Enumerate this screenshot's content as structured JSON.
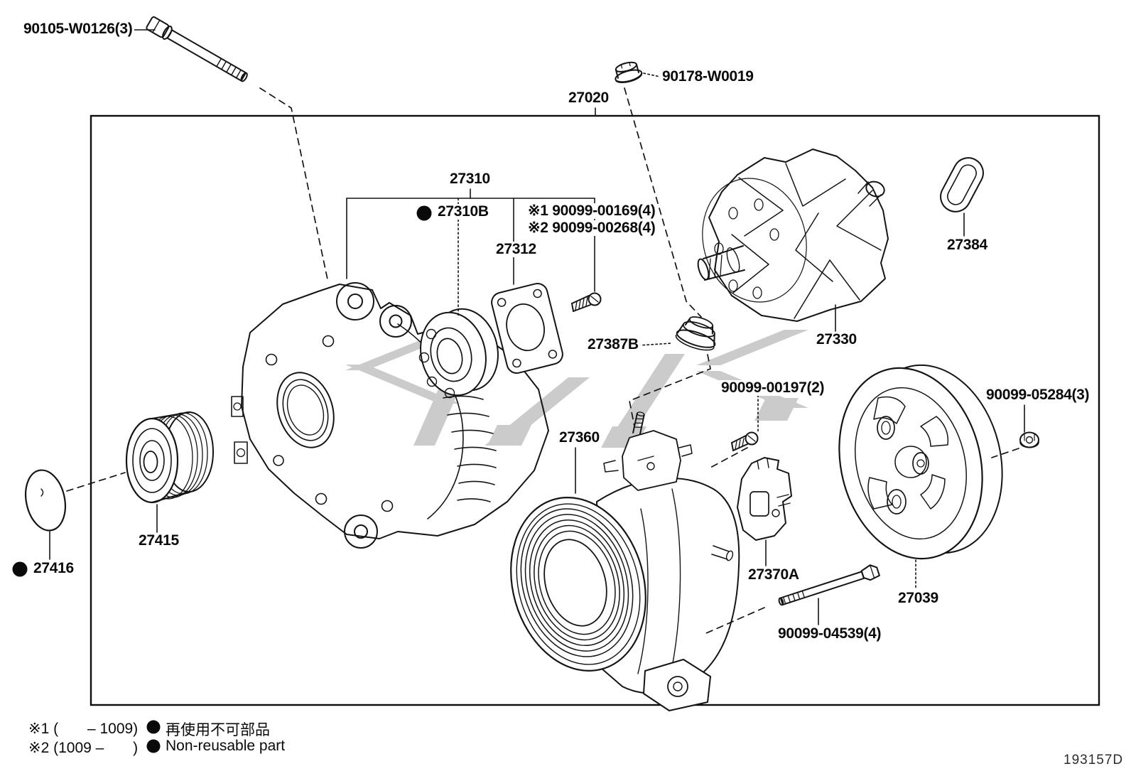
{
  "page": {
    "code": "193157D"
  },
  "labels": {
    "bolt_front": "90105-W0126(3)",
    "nut_b_terminal": "90178-W0019",
    "alternator_assy": "27020",
    "bracket_assy": "27310",
    "bearing": "27310B",
    "screw_note1": "※1 90099-00169(4)",
    "screw_note2": "※2 90099-00268(4)",
    "retainer": "27312",
    "grommet": "27384",
    "rotor": "27330",
    "insulator": "27387B",
    "screw_regulator": "90099-00197(2)",
    "stator": "27360",
    "pulley": "27415",
    "cap": "27416",
    "regulator": "27370A",
    "end_cover": "27039",
    "nut_cover": "90099-05284(3)",
    "bolt_through": "90099-04539(4)"
  },
  "footnotes": {
    "note1": "※1 (       – 1009)",
    "note2": "※2 (1009 –       )",
    "legend_jp": "再使用不可部品",
    "legend_en": "Non-reusable part"
  }
}
